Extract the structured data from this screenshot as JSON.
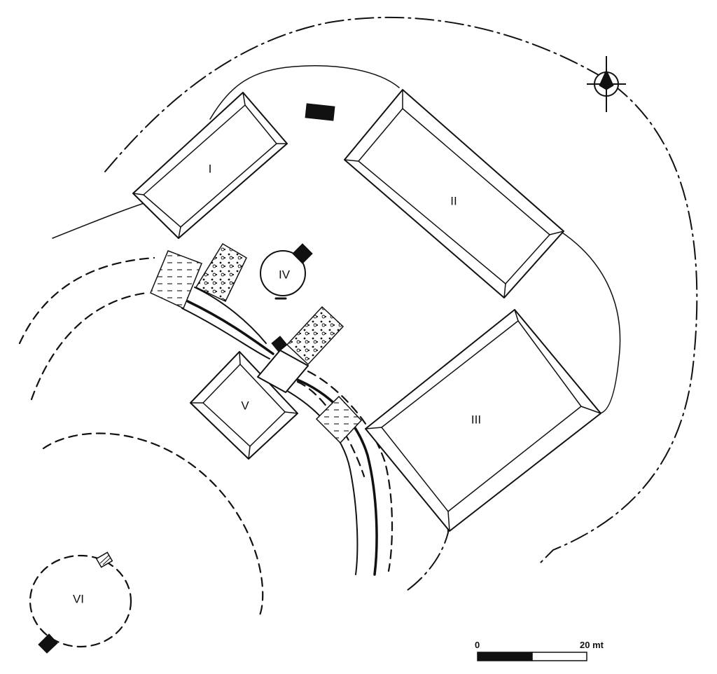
{
  "structures": [
    {
      "id": "I",
      "label": "I"
    },
    {
      "id": "II",
      "label": "II"
    },
    {
      "id": "III",
      "label": "III"
    },
    {
      "id": "IV",
      "label": "IV"
    },
    {
      "id": "V",
      "label": "V"
    },
    {
      "id": "VI",
      "label": "VI"
    }
  ],
  "scale_bar": {
    "start_label": "0",
    "end_label": "20 mt"
  },
  "icons": {
    "north": "compass-rose-icon"
  },
  "colors": {
    "ink": "#111111",
    "paper": "#ffffff"
  }
}
